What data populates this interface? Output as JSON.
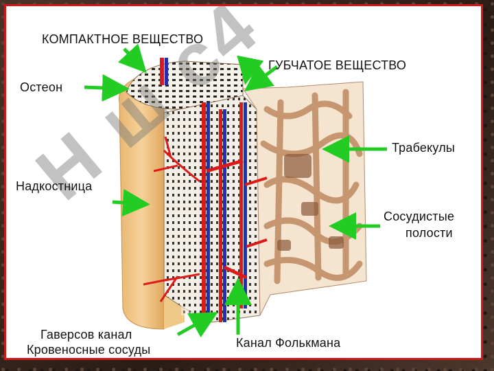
{
  "labels": {
    "compact": "КОМПАКТНОЕ ВЕЩЕСТВО",
    "spongy": "ГУБЧАТОЕ ВЕЩЕСТВО",
    "osteon": "Остеон",
    "trabeculae": "Трабекулы",
    "periosteum": "Надкостница",
    "vascular_cavities_line1": "Сосудистые",
    "vascular_cavities_line2": "полости",
    "haversian_canal": "Гаверсов канал",
    "blood_vessels": "Кровеносные сосуды",
    "volkmann_canal": "Канал Фолькмана"
  },
  "colors": {
    "arrow": "#22cc22",
    "artery": "#dd1a1a",
    "vein": "#2030b0",
    "periosteum": "#f2c27e",
    "compact_bone": "#f4f0e8",
    "spongy_bone": "#c8a080",
    "frame": "#d01818"
  }
}
